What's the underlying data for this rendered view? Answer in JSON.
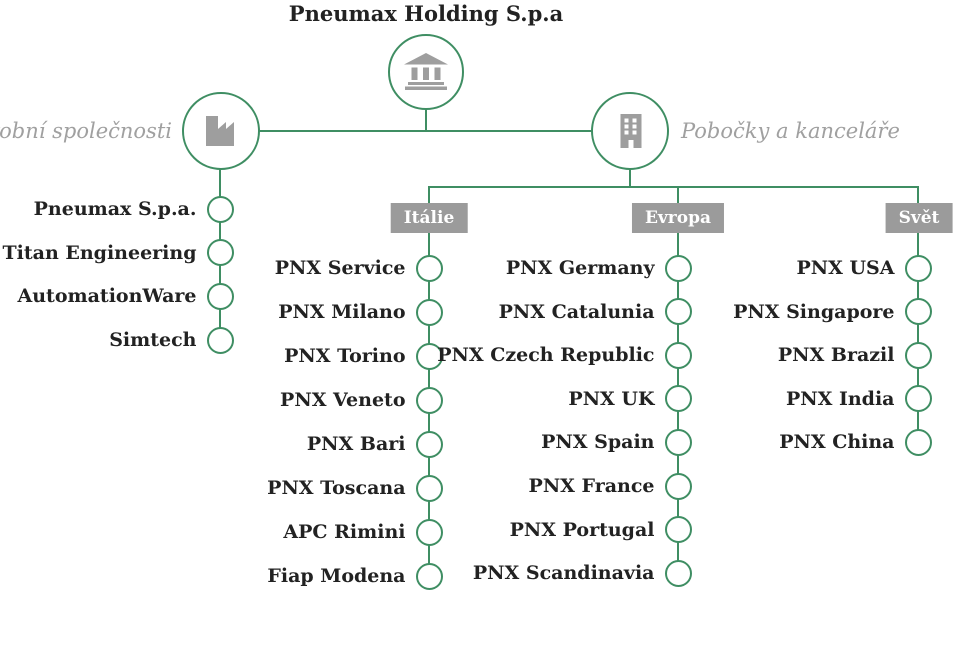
{
  "title": "Pneumax Holding S.p.a",
  "theme": {
    "green": "#3f8e63",
    "icon_gray": "#9e9e9e",
    "badge_gray": "#9b9b9b",
    "label_gray": "#a0a0a0",
    "text_dark": "#222222",
    "background": "#ffffff"
  },
  "root": {
    "icon": "bank-icon"
  },
  "left_branch": {
    "label": "Výrobní společnosti",
    "icon": "factory-icon",
    "items": [
      "Pneumax S.p.a.",
      "Titan Engineering",
      "AutomationWare",
      "Simtech"
    ]
  },
  "right_branch": {
    "label": "Pobočky a kanceláře",
    "icon": "office-building-icon",
    "columns": [
      {
        "badge": "Itálie",
        "items": [
          "PNX Service",
          "PNX Milano",
          "PNX Torino",
          "PNX Veneto",
          "PNX Bari",
          "PNX Toscana",
          "APC Rimini",
          "Fiap Modena"
        ]
      },
      {
        "badge": "Evropa",
        "items": [
          "PNX Germany",
          "PNX Catalunia",
          "PNX Czech Republic",
          "PNX UK",
          "PNX Spain",
          "PNX France",
          "PNX Portugal",
          "PNX Scandinavia"
        ]
      },
      {
        "badge": "Svět",
        "items": [
          "PNX USA",
          "PNX Singapore",
          "PNX Brazil",
          "PNX India",
          "PNX China"
        ]
      }
    ]
  }
}
